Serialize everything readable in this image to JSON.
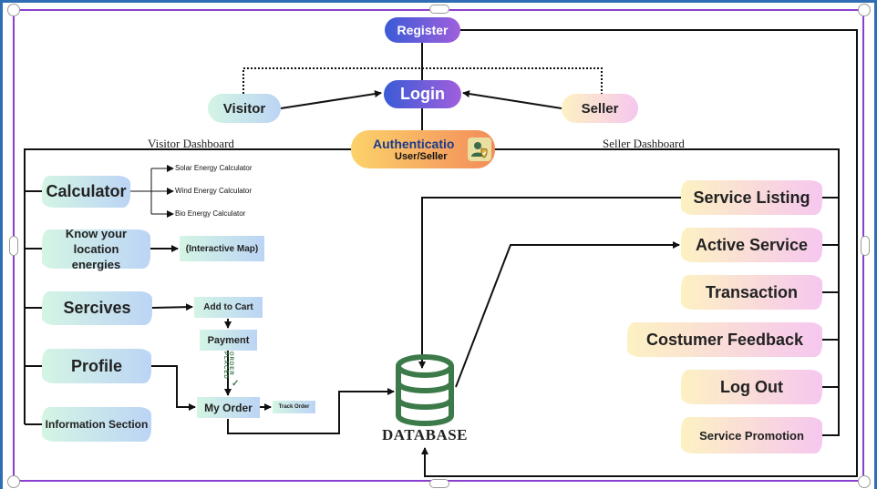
{
  "nodes": {
    "register": "Register",
    "login": "Login",
    "visitor": "Visitor",
    "seller": "Seller",
    "auth_title": "Authenticatio",
    "auth_sub": "User/Seller"
  },
  "dashboards": {
    "visitor": "Visitor Dashboard",
    "seller": "Seller Dashboard"
  },
  "visitor_items": {
    "calculator": "Calculator",
    "location": "Know your location energies",
    "services": "Sercives",
    "profile": "Profile",
    "info": "Information Section"
  },
  "calculators": {
    "solar": "Solar Energy Calculator",
    "wind": "Wind Energy Calculator",
    "bio": "Bio Energy Calculator"
  },
  "flow": {
    "map": "(Interactive Map)",
    "add_to_cart": "Add to Cart",
    "payment": "Payment",
    "my_order": "My Order",
    "track_order": "Track Order",
    "order_placed": "ORDER PLACED"
  },
  "database": "DATABASE",
  "seller_items": {
    "listing": "Service Listing",
    "active": "Active Service",
    "transaction": "Transaction",
    "feedback": "Costumer Feedback",
    "logout": "Log Out",
    "promotion": "Service Promotion"
  },
  "colors": {
    "frame_blue": "#2f6db5",
    "frame_purple": "#8a3fd1",
    "register_gradient": [
      "#3b5bd6",
      "#a05fdc"
    ],
    "auth_gradient": [
      "#fcd26a",
      "#f38c5a"
    ],
    "database_green": "#3d7a4a"
  }
}
